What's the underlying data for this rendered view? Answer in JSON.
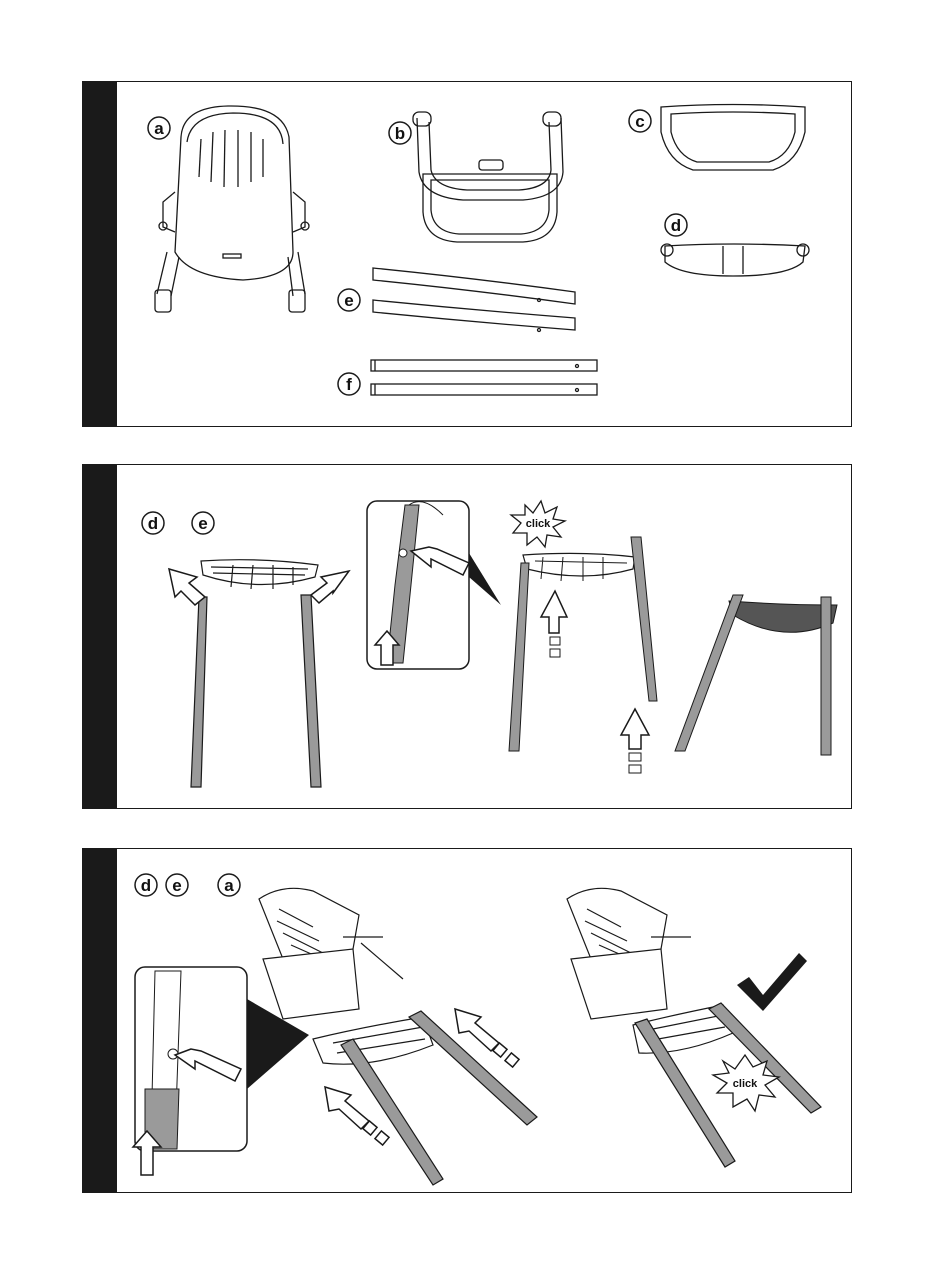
{
  "parts_panel": {
    "labels": {
      "a": "a",
      "b": "b",
      "c": "c",
      "d": "d",
      "e": "e",
      "f": "f"
    }
  },
  "step2_panel": {
    "labels": {
      "d": "d",
      "e": "e"
    },
    "click_text": "click"
  },
  "step3_panel": {
    "labels": {
      "d": "d",
      "e": "e",
      "a": "a"
    },
    "click_text": "click"
  },
  "colors": {
    "ink": "#1a1a1a",
    "leg_fill": "#9a9a9a",
    "paper": "#ffffff"
  },
  "icons": [
    "arrow-outline-icon",
    "click-burst-icon",
    "checkmark-icon",
    "zoom-callout"
  ]
}
